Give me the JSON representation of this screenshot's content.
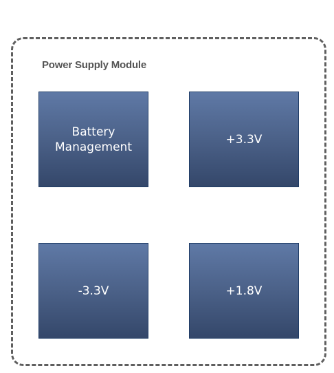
{
  "module": {
    "title": "Power Supply Module"
  },
  "blocks": [
    {
      "label": "Battery\nManagement"
    },
    {
      "label": "+3.3V"
    },
    {
      "label": "-3.3V"
    },
    {
      "label": "+1.8V"
    }
  ],
  "colors": {
    "block_fill_top": "#5f79a6",
    "block_fill_bottom": "#34476a",
    "block_border": "#1f3c66",
    "block_text": "#ffffff",
    "container_border": "#5f5f5f",
    "title_text": "#555555"
  }
}
